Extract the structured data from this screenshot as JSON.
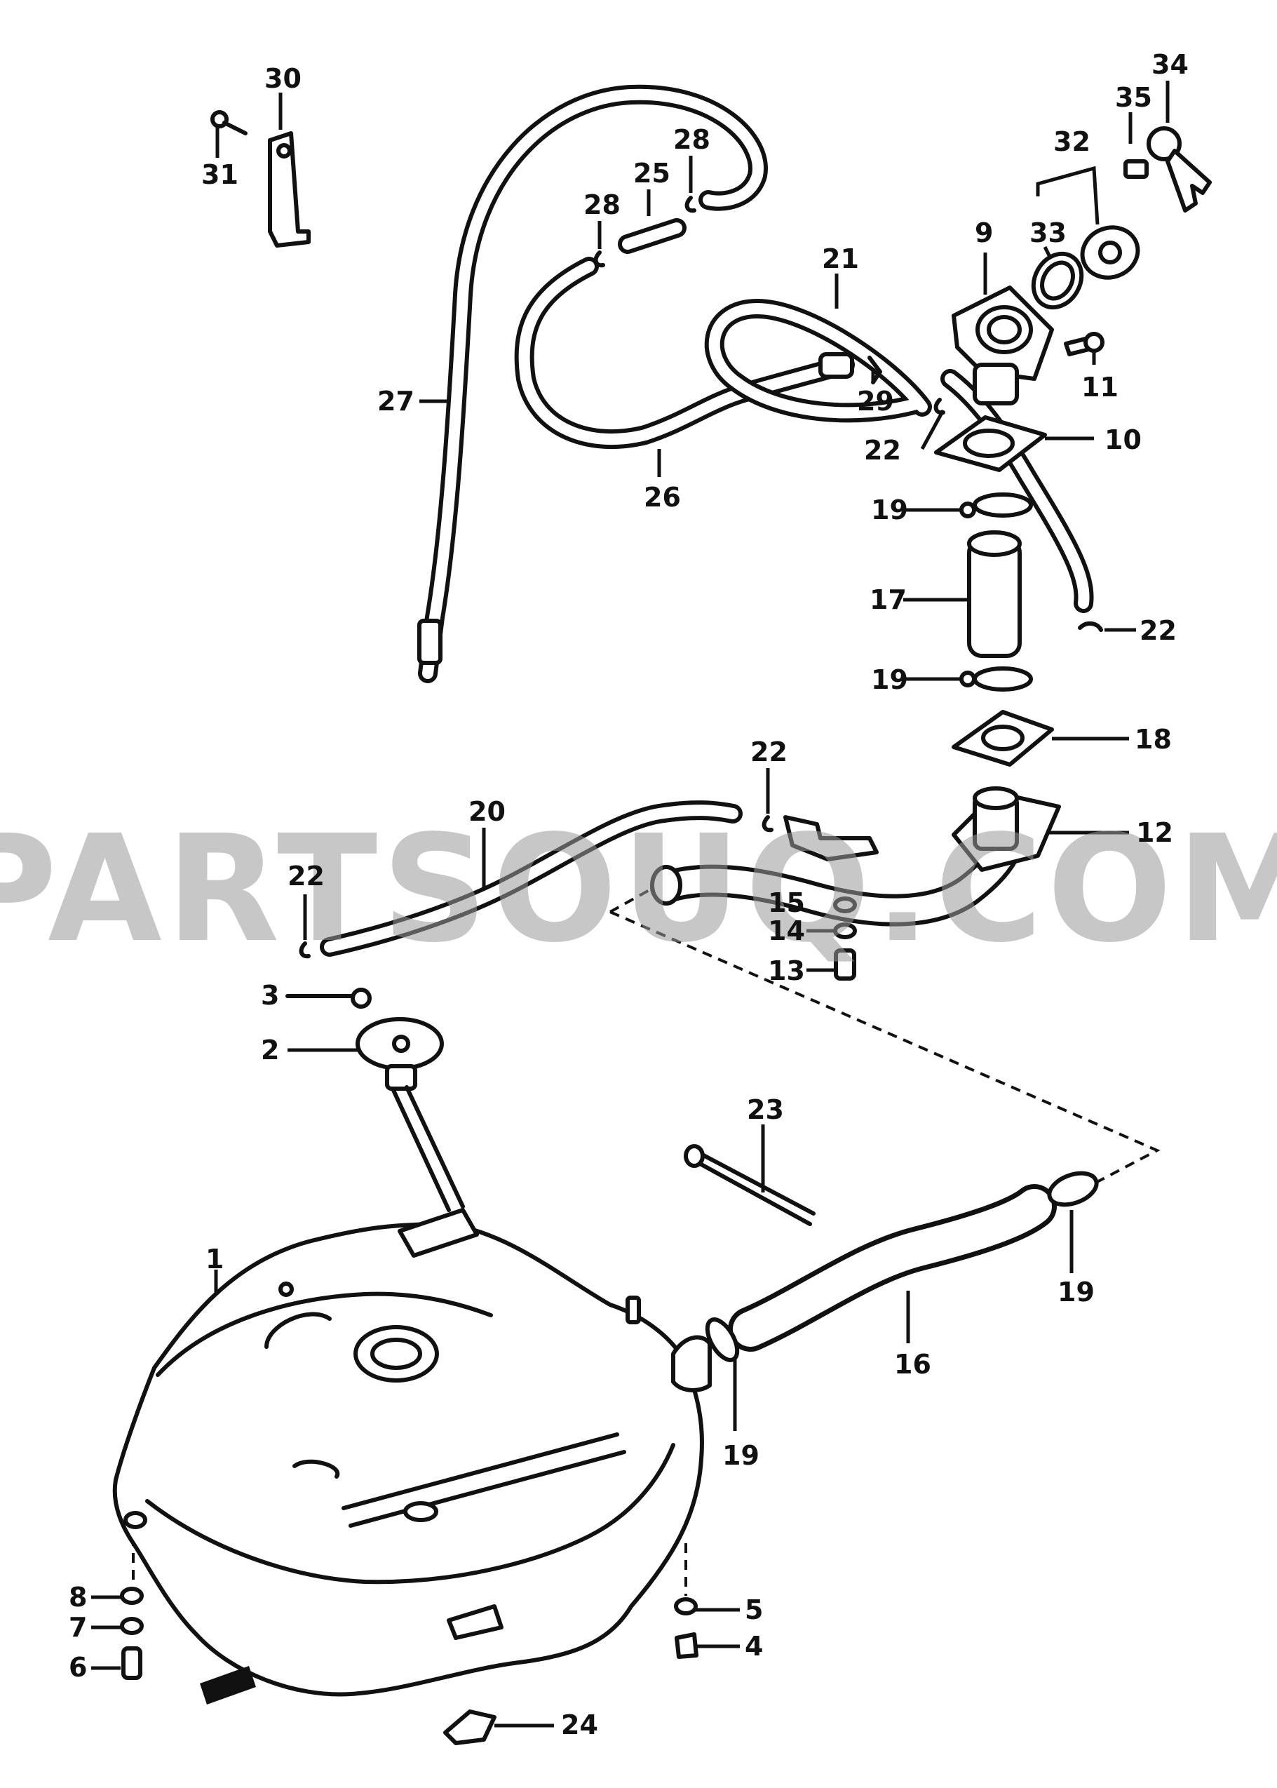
{
  "watermark": "PARTSOUQ.COM",
  "callouts": [
    {
      "id": "c1",
      "label": "1"
    },
    {
      "id": "c2",
      "label": "2"
    },
    {
      "id": "c3",
      "label": "3"
    },
    {
      "id": "c4",
      "label": "4"
    },
    {
      "id": "c5",
      "label": "5"
    },
    {
      "id": "c6",
      "label": "6"
    },
    {
      "id": "c7",
      "label": "7"
    },
    {
      "id": "c8",
      "label": "8"
    },
    {
      "id": "c9",
      "label": "9"
    },
    {
      "id": "c10",
      "label": "10"
    },
    {
      "id": "c11",
      "label": "11"
    },
    {
      "id": "c12",
      "label": "12"
    },
    {
      "id": "c13",
      "label": "13"
    },
    {
      "id": "c14",
      "label": "14"
    },
    {
      "id": "c15",
      "label": "15"
    },
    {
      "id": "c16",
      "label": "16"
    },
    {
      "id": "c17",
      "label": "17"
    },
    {
      "id": "c18",
      "label": "18"
    },
    {
      "id": "c19a",
      "label": "19"
    },
    {
      "id": "c19b",
      "label": "19"
    },
    {
      "id": "c19c",
      "label": "19"
    },
    {
      "id": "c19d",
      "label": "19"
    },
    {
      "id": "c20",
      "label": "20"
    },
    {
      "id": "c21",
      "label": "21"
    },
    {
      "id": "c22a",
      "label": "22"
    },
    {
      "id": "c22b",
      "label": "22"
    },
    {
      "id": "c22c",
      "label": "22"
    },
    {
      "id": "c22d",
      "label": "22"
    },
    {
      "id": "c23",
      "label": "23"
    },
    {
      "id": "c24",
      "label": "24"
    },
    {
      "id": "c25",
      "label": "25"
    },
    {
      "id": "c26",
      "label": "26"
    },
    {
      "id": "c27",
      "label": "27"
    },
    {
      "id": "c28a",
      "label": "28"
    },
    {
      "id": "c28b",
      "label": "28"
    },
    {
      "id": "c29",
      "label": "29"
    },
    {
      "id": "c30",
      "label": "30"
    },
    {
      "id": "c31",
      "label": "31"
    },
    {
      "id": "c32",
      "label": "32"
    },
    {
      "id": "c33",
      "label": "33"
    },
    {
      "id": "c34",
      "label": "34"
    },
    {
      "id": "c35",
      "label": "35"
    }
  ]
}
